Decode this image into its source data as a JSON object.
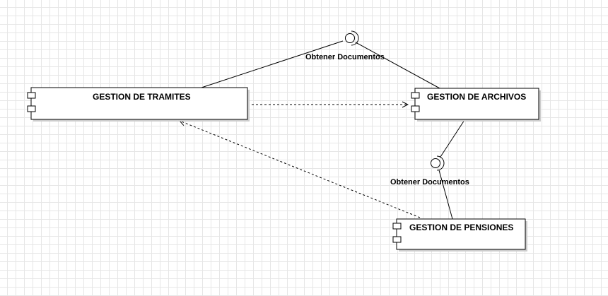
{
  "diagram": {
    "components": {
      "tramites": {
        "label": "GESTION DE TRAMITES"
      },
      "archivos": {
        "label": "GESTION DE ARCHIVOS"
      },
      "pensiones": {
        "label": "GESTION DE PENSIONES"
      }
    },
    "interfaces": {
      "top": {
        "label": "Obtener Documentos"
      },
      "right": {
        "label": "Obtener Documentos"
      }
    },
    "dependencies": [
      {
        "from": "GESTION DE TRAMITES",
        "to": "GESTION DE ARCHIVOS"
      },
      {
        "from": "GESTION DE PENSIONES",
        "to": "GESTION DE TRAMITES"
      }
    ]
  },
  "colors": {
    "line": "#000000",
    "grid": "#e6e6e6",
    "shadow": "#cccccc"
  }
}
